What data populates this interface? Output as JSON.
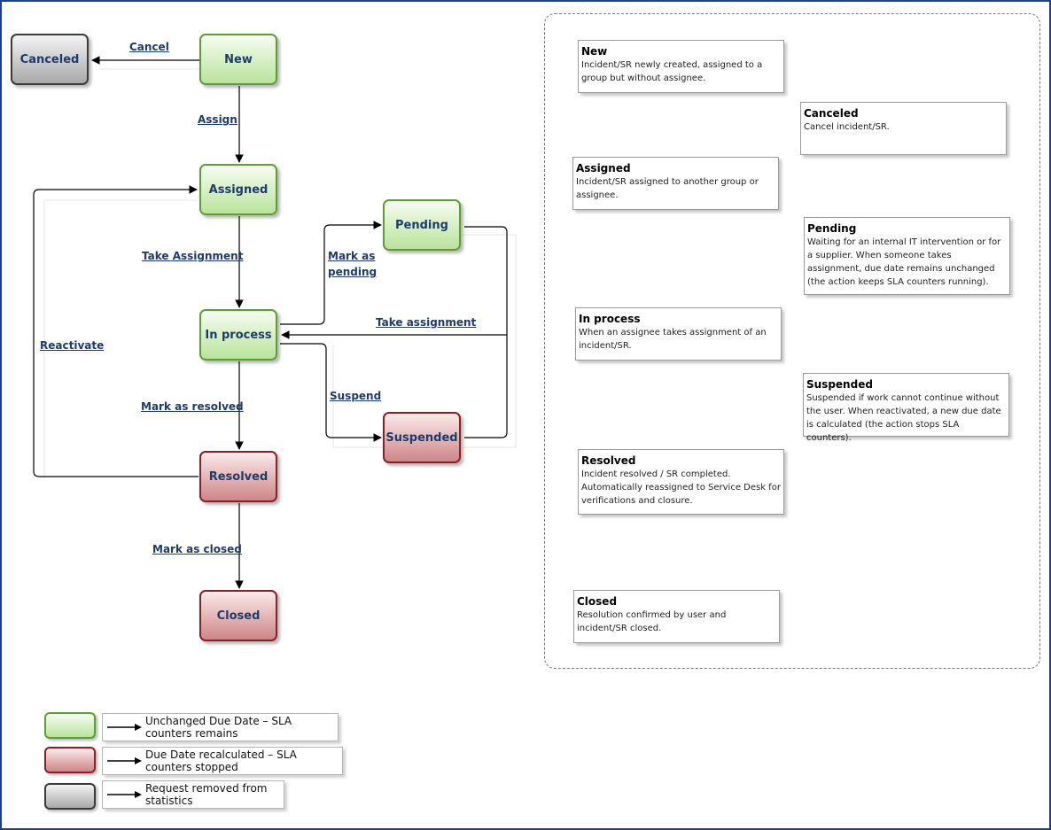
{
  "states": {
    "canceled": "Canceled",
    "new": "New",
    "assigned": "Assigned",
    "pending": "Pending",
    "in_process": "In process",
    "suspended": "Suspended",
    "resolved": "Resolved",
    "closed": "Closed"
  },
  "transitions": {
    "cancel": "Cancel",
    "assign": "Assign",
    "take_assignment": "Take Assignment",
    "mark_as_pending": "Mark as pending",
    "take_assignment_back": "Take assignment",
    "reactivate": "Reactivate",
    "suspend": "Suspend",
    "mark_as_resolved": "Mark as resolved",
    "mark_as_closed": "Mark as closed"
  },
  "descriptions": [
    {
      "title": "New",
      "body": "Incident/SR newly created, assigned to a group but without assignee."
    },
    {
      "title": "Canceled",
      "body": "Cancel incident/SR."
    },
    {
      "title": "Assigned",
      "body": "Incident/SR assigned to another group or assignee."
    },
    {
      "title": "Pending",
      "body": "Waiting for an internal IT intervention or for a supplier. When someone takes assignment, due date remains unchanged (the action keeps SLA counters running)."
    },
    {
      "title": "In process",
      "body": "When an assignee takes assignment of an incident/SR."
    },
    {
      "title": "Suspended",
      "body": "Suspended if work cannot continue without the user. When reactivated, a new due date is calculated (the action stops SLA counters)."
    },
    {
      "title": "Resolved",
      "body": "Incident resolved / SR completed. Automatically reassigned to Service Desk for verifications and closure."
    },
    {
      "title": "Closed",
      "body": "Resolution confirmed by user and incident/SR closed."
    }
  ],
  "legend": [
    {
      "text": "Unchanged Due Date – SLA counters remains",
      "color": "#b9e39c"
    },
    {
      "text": "Due Date recalculated – SLA counters stopped",
      "color": "#cd8587"
    },
    {
      "text": "Request removed from statistics",
      "color": "#a8a8a8"
    }
  ],
  "colors": {
    "frame": "#1f3f93",
    "green_border": "#5ba02f",
    "red_border": "#8a1f24",
    "gray_border": "#3a3a3a",
    "label_text": "#1d3c6b"
  }
}
